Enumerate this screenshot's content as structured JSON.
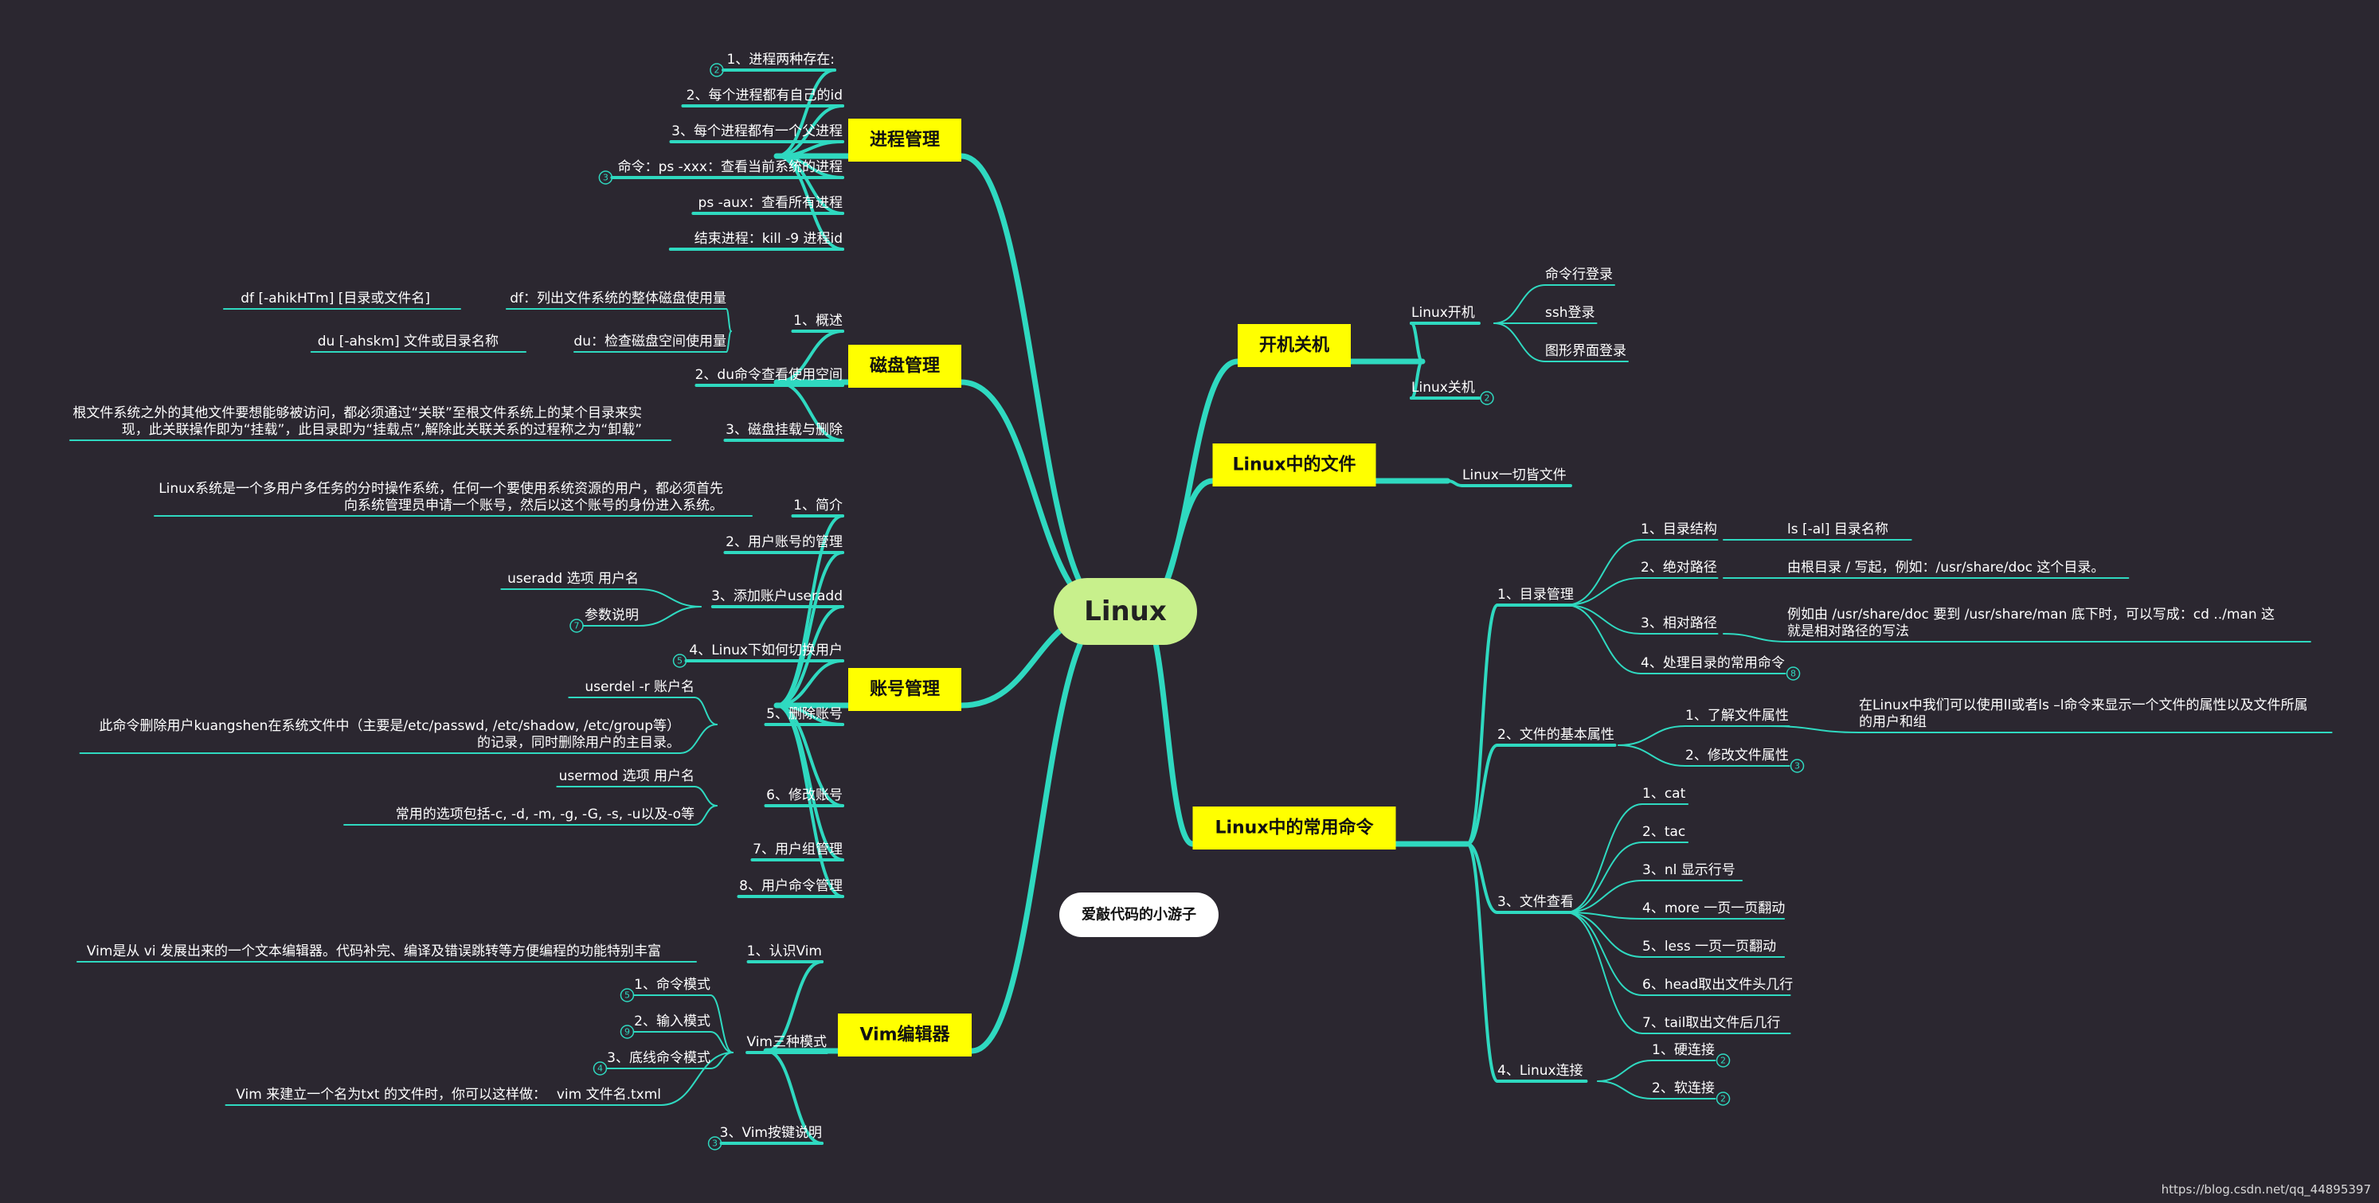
{
  "root": {
    "label": "Linux"
  },
  "floating": {
    "label": "爱敲代码的小游子"
  },
  "watermark": "https://blog.csdn.net/qq_44895397",
  "colors": {
    "background": "#2b2730",
    "line": "#2fd9c0",
    "topic_box": "#ffff00",
    "root_fill": "#c8f08c"
  },
  "branches": [
    {
      "id": "jc",
      "label": "进程管理",
      "items": [
        {
          "id": "jc1",
          "text": "1、进程两种存在:",
          "badge": "2"
        },
        {
          "id": "jc2",
          "text": "2、每个进程都有自己的id"
        },
        {
          "id": "jc3",
          "text": "3、每个进程都有一个父进程"
        },
        {
          "id": "jc4",
          "text": "命令：ps -xxx：查看当前系统的进程",
          "badge": "3"
        },
        {
          "id": "jc5",
          "text": "ps -aux：查看所有进程"
        },
        {
          "id": "jc6",
          "text": "结束进程：kill -9 进程id"
        }
      ]
    },
    {
      "id": "cp",
      "label": "磁盘管理",
      "items": [
        {
          "id": "cp1",
          "text": "1、概述"
        },
        {
          "id": "cp1a",
          "text": "df：列出文件系统的整体磁盘使用量"
        },
        {
          "id": "cp1a1",
          "text": "df [-ahikHTm] [目录或文件名]"
        },
        {
          "id": "cp1b",
          "text": "du：检查磁盘空间使用量"
        },
        {
          "id": "cp1b1",
          "text": "du [-ahskm] 文件或目录名称"
        },
        {
          "id": "cp2",
          "text": "2、du命令查看使用空间"
        },
        {
          "id": "cp3",
          "text": "3、磁盘挂载与删除"
        },
        {
          "id": "cp3a",
          "lines": [
            "根文件系统之外的其他文件要想能够被访问，都必须通过“关联”至根文件系统上的某个目录来实",
            "现，此关联操作即为“挂载”，此目录即为“挂载点”,解除此关联关系的过程称之为“卸载”"
          ]
        }
      ]
    },
    {
      "id": "zh",
      "label": "账号管理",
      "items": [
        {
          "id": "zh1",
          "text": "1、简介"
        },
        {
          "id": "zh1a",
          "lines": [
            "Linux系统是一个多用户多任务的分时操作系统，任何一个要使用系统资源的用户，都必须首先",
            "向系统管理员申请一个账号，然后以这个账号的身份进入系统。"
          ]
        },
        {
          "id": "zh2",
          "text": "2、用户账号的管理"
        },
        {
          "id": "zh3",
          "text": "3、添加账户useradd"
        },
        {
          "id": "zh3a",
          "text": "useradd 选项 用户名"
        },
        {
          "id": "zh3b",
          "text": "参数说明",
          "badge": "7"
        },
        {
          "id": "zh4",
          "text": "4、Linux下如何切换用户",
          "badge": "5"
        },
        {
          "id": "zh5",
          "text": "5、删除账号"
        },
        {
          "id": "zh5a",
          "text": "userdel -r 账户名"
        },
        {
          "id": "zh5b",
          "lines": [
            "此命令删除用户kuangshen在系统文件中（主要是/etc/passwd, /etc/shadow, /etc/group等）",
            "的记录，同时删除用户的主目录。"
          ]
        },
        {
          "id": "zh6",
          "text": "6、修改账号"
        },
        {
          "id": "zh6a",
          "text": "usermod 选项 用户名"
        },
        {
          "id": "zh6b",
          "text": "常用的选项包括-c, -d, -m, -g, -G, -s, -u以及-o等"
        },
        {
          "id": "zh7",
          "text": "7、用户组管理"
        },
        {
          "id": "zh8",
          "text": "8、用户命令管理"
        }
      ]
    },
    {
      "id": "vim",
      "label": "Vim编辑器",
      "items": [
        {
          "id": "v1",
          "text": "1、认识Vim"
        },
        {
          "id": "v1a",
          "text": "Vim是从 vi 发展出来的一个文本编辑器。代码补完、编译及错误跳转等方便编程的功能特别丰富"
        },
        {
          "id": "v2",
          "text": "Vim三种模式"
        },
        {
          "id": "v2a",
          "text": "1、命令模式",
          "badge": "5"
        },
        {
          "id": "v2b",
          "text": "2、输入模式",
          "badge": "9"
        },
        {
          "id": "v2c",
          "text": "3、底线命令模式",
          "badge": "4"
        },
        {
          "id": "v2d",
          "text": "vim 文件名.txml"
        },
        {
          "id": "v2d1",
          "text": "Vim 来建立一个名为txt 的文件时，你可以这样做："
        },
        {
          "id": "v3",
          "text": "3、Vim按键说明",
          "badge": "3"
        }
      ]
    },
    {
      "id": "kj",
      "label": "开机关机",
      "items": [
        {
          "id": "k1",
          "text": "Linux开机"
        },
        {
          "id": "k1a",
          "text": "命令行登录"
        },
        {
          "id": "k1b",
          "text": "ssh登录"
        },
        {
          "id": "k1c",
          "text": "图形界面登录"
        },
        {
          "id": "k2",
          "text": "Linux关机",
          "badge": "2"
        }
      ]
    },
    {
      "id": "wj",
      "label": "Linux中的文件",
      "items": [
        {
          "id": "w1",
          "text": "Linux一切皆文件"
        }
      ]
    },
    {
      "id": "cy",
      "label": "Linux中的常用命令",
      "items": [
        {
          "id": "c1",
          "text": "1、目录管理"
        },
        {
          "id": "c1a",
          "text": "1、目录结构"
        },
        {
          "id": "c1a1",
          "text": "ls [-al] 目录名称"
        },
        {
          "id": "c1b",
          "text": "2、绝对路径"
        },
        {
          "id": "c1b1",
          "text": "由根目录 / 写起，例如：/usr/share/doc 这个目录。"
        },
        {
          "id": "c1c",
          "text": "3、相对路径"
        },
        {
          "id": "c1c1",
          "lines": [
            "例如由 /usr/share/doc 要到 /usr/share/man 底下时，可以写成：cd ../man 这",
            "就是相对路径的写法"
          ]
        },
        {
          "id": "c1d",
          "text": "4、处理目录的常用命令",
          "badge": "8"
        },
        {
          "id": "c2",
          "text": "2、文件的基本属性"
        },
        {
          "id": "c2a",
          "text": "1、了解文件属性"
        },
        {
          "id": "c2a1",
          "lines": [
            "在Linux中我们可以使用ll或者ls –l命令来显示一个文件的属性以及文件所属",
            "的用户和组"
          ]
        },
        {
          "id": "c2b",
          "text": "2、修改文件属性",
          "badge": "3"
        },
        {
          "id": "c3",
          "text": "3、文件查看"
        },
        {
          "id": "c3a",
          "text": "1、cat"
        },
        {
          "id": "c3b",
          "text": "2、tac"
        },
        {
          "id": "c3c",
          "text": "3、nl 显示行号"
        },
        {
          "id": "c3d",
          "text": "4、more 一页一页翻动"
        },
        {
          "id": "c3e",
          "text": "5、less 一页一页翻动"
        },
        {
          "id": "c3f",
          "text": "6、head取出文件头几行"
        },
        {
          "id": "c3g",
          "text": "7、tail取出文件后几行"
        },
        {
          "id": "c4",
          "text": "4、Linux连接"
        },
        {
          "id": "c4a",
          "text": "1、硬连接",
          "badge": "2"
        },
        {
          "id": "c4b",
          "text": "2、软连接",
          "badge": "2"
        }
      ]
    }
  ]
}
